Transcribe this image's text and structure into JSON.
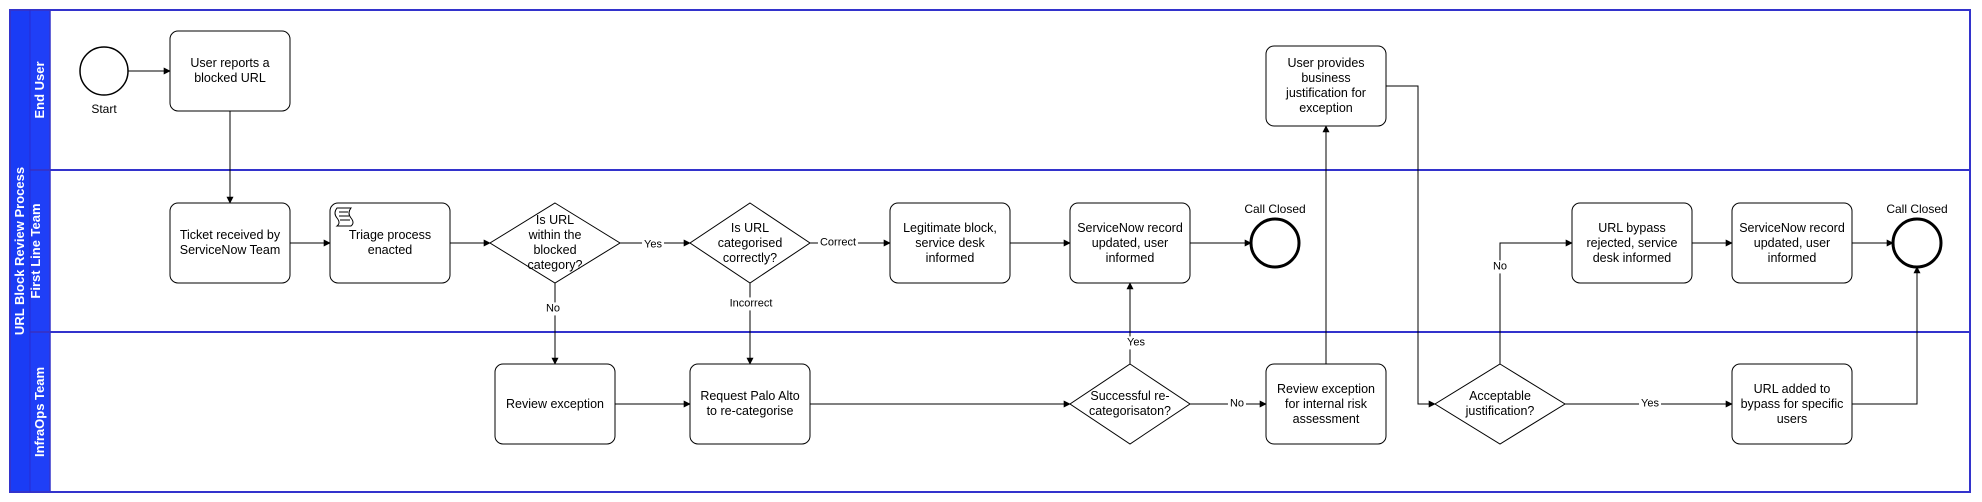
{
  "diagram": {
    "pool": {
      "title_line1": "URL Block Review Process",
      "title_line2": "First Line Team"
    },
    "lanes": {
      "end_user": "End User",
      "infraops": "InfraOps Team"
    },
    "nodes": {
      "start_label": "Start",
      "user_reports": "User reports a blocked URL",
      "ticket_received": "Ticket received by ServiceNow Team",
      "triage": "Triage process enacted",
      "is_url_blocked_category": "Is URL within the blocked category?",
      "is_url_categorised": "Is URL categorised correctly?",
      "legit_block": "Legitimate block, service desk informed",
      "servicenow_updated_1": "ServiceNow record updated, user informed",
      "call_closed_1": "Call Closed",
      "review_exception": "Review exception",
      "request_palo_alto": "Request Palo Alto to re-categorise",
      "successful_recat": "Successful re-categorisaton?",
      "review_internal_risk": "Review exception for internal risk assessment",
      "user_justification": "User provides business justification for exception",
      "acceptable_justification": "Acceptable justification?",
      "url_bypass_rejected": "URL bypass rejected, service desk informed",
      "servicenow_updated_2": "ServiceNow record updated, user informed",
      "url_added_bypass": "URL added to bypass for specific users",
      "call_closed_2": "Call Closed"
    },
    "edges": {
      "yes": "Yes",
      "no": "No",
      "correct": "Correct",
      "incorrect": "Incorrect"
    },
    "colors": {
      "lane_border": "#3333cc",
      "lane_header": "#1a3cf5",
      "stroke": "#000000"
    }
  }
}
